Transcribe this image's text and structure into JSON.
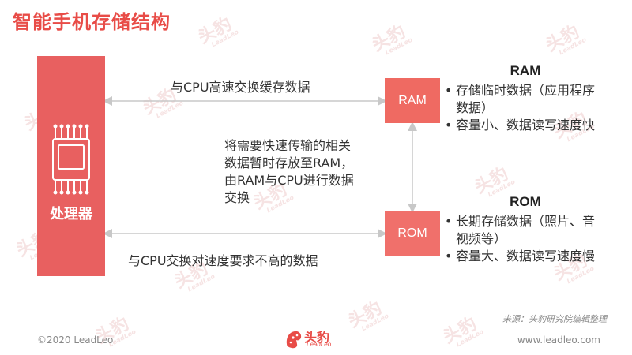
{
  "title": "智能手机存储结构",
  "watermark": {
    "text": "头豹",
    "sub": "LeadLeo"
  },
  "processor": {
    "label": "处理器",
    "icon": "cpu-chip-icon"
  },
  "ram": {
    "box_label": "RAM",
    "heading": "RAM",
    "bullets": [
      "存储临时数据（应用程序数据）",
      "容量小、数据读写速度快"
    ]
  },
  "rom": {
    "box_label": "ROM",
    "heading": "ROM",
    "bullets": [
      "长期存储数据（照片、音视频等）",
      "容量大、数据读写速度慢"
    ]
  },
  "arrows": {
    "top_label": "与CPU高速交换缓存数据",
    "bottom_label": "与CPU交换对速度要求不高的数据"
  },
  "middle_note": [
    "将需要快速传输的相关",
    "数据暂时存放至RAM，",
    "由RAM与CPU进行数据",
    "交换"
  ],
  "source": "来源：头豹研究院编辑整理",
  "footer": {
    "copyright": "©2020 LeadLeo",
    "website": "www.leadleo.com",
    "logo_text": "头豹",
    "logo_sub": "LeadLeo"
  },
  "colors": {
    "accent": "#e84c47",
    "processor": "#e86060",
    "ram": "#ef6a62",
    "rom": "#f0706b",
    "arrow": "#c8c8c8"
  }
}
